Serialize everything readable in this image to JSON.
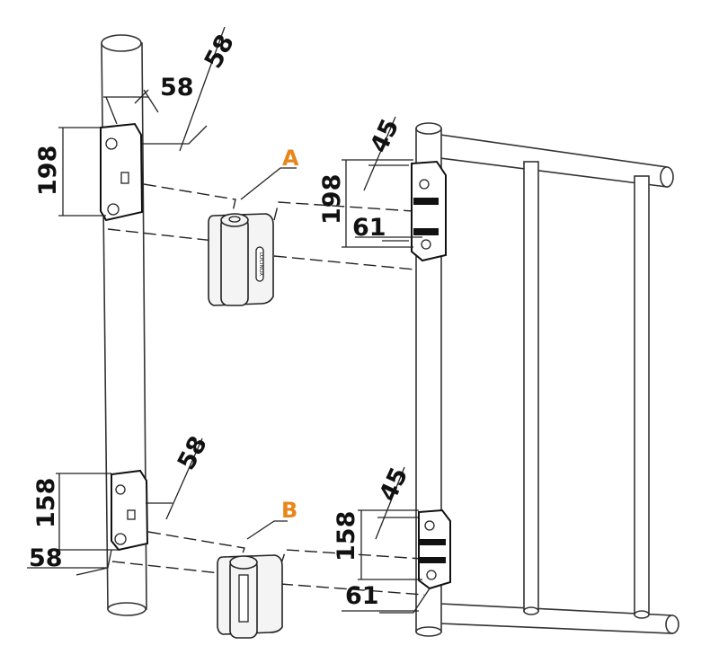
{
  "callouts": {
    "a": "A",
    "b": "B"
  },
  "callout_color": "#e8861a",
  "dimensions": {
    "top_left_depth": "58",
    "top_left_offset": "58",
    "top_left_height": "198",
    "top_right_offset": "45",
    "top_right_height": "198",
    "top_right_width": "61",
    "bottom_left_offset": "58",
    "bottom_left_height": "158",
    "bottom_left_depth": "58",
    "bottom_right_offset": "45",
    "bottom_right_height": "158",
    "bottom_right_width": "61"
  },
  "hinge_logo": "LOCINOX"
}
